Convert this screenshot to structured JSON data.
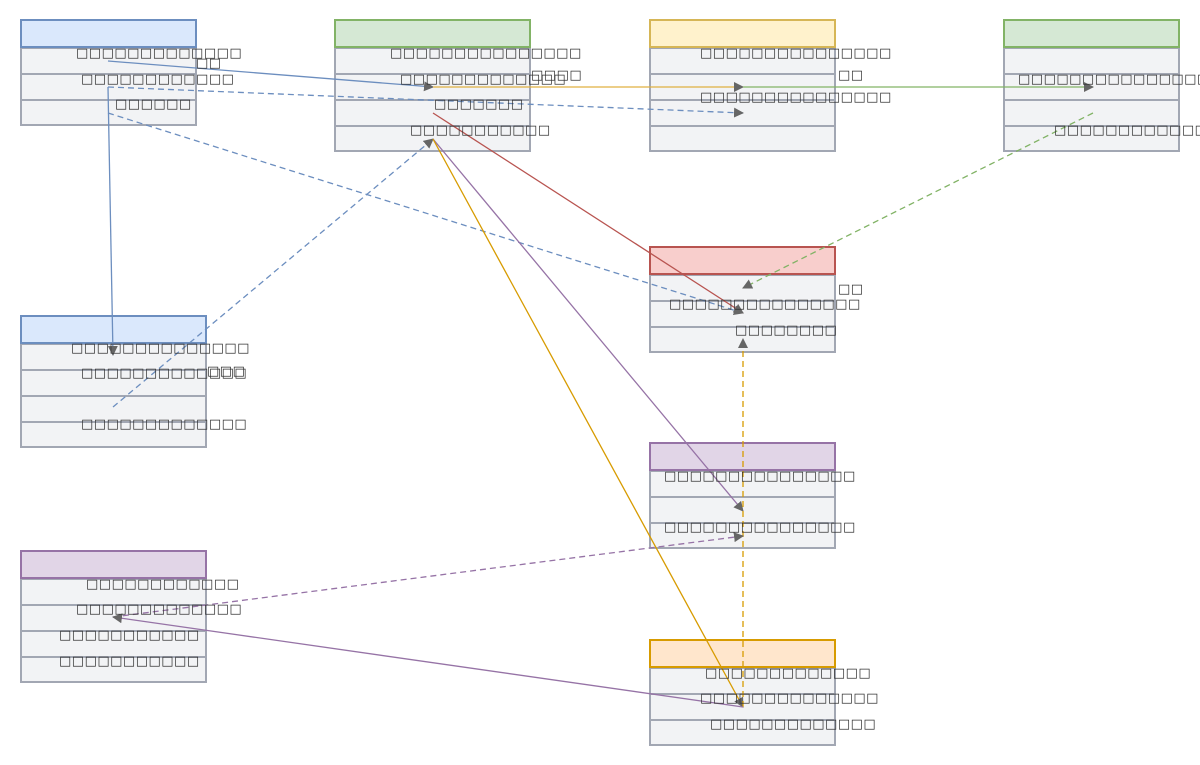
{
  "diagram": {
    "type": "er-diagram",
    "note": "All labels render as missing-glyph boxes in the source",
    "colors": {
      "blue_head": "#dae8fc",
      "blue_border": "#6c8ebf",
      "green_head": "#d5e8d4",
      "green_border": "#82b366",
      "yellow_head": "#fff2cc",
      "yellow_border": "#d6b656",
      "red_head": "#f8cecc",
      "red_border": "#b85450",
      "purple_head": "#e1d5e7",
      "purple_border": "#9673a6",
      "orange_head": "#ffe6cc",
      "orange_border": "#d79b00",
      "row_fill": "#f2f3f5",
      "row_border": "#a2a7b3",
      "edge_blue": "#6c8ebf",
      "edge_yellow": "#e0b040",
      "edge_green": "#82b366",
      "edge_red": "#b85450",
      "edge_purple": "#9673a6",
      "edge_orange": "#d79b00"
    },
    "entities": [
      {
        "id": "e1",
        "color": "blue",
        "title": "",
        "rows": [
          "□□□□□□□□□□□□□",
          "□□□□□□□□□□□□",
          "□□□□□□"
        ]
      },
      {
        "id": "e2",
        "color": "green",
        "title": "",
        "rows": [
          "□□□□□□□□□□□□□□□",
          "□□□□□□□□□□□□□",
          "□□□□□□□",
          "□□□□□□□□□□□"
        ]
      },
      {
        "id": "e3",
        "color": "yellow",
        "title": "",
        "rows": [
          "□□□□□□□□□□□□□□□",
          "",
          "□□□□□□□□□□□□□□□",
          ""
        ]
      },
      {
        "id": "e4",
        "color": "green",
        "title": "",
        "rows": [
          "",
          "□□□□□□□□□□□□□□□",
          "",
          "□□□□□□□□□□□□□□"
        ]
      },
      {
        "id": "e5",
        "color": "red",
        "title": "",
        "rows": [
          "",
          "□□□□□□□□□□□□□□□",
          "□□□□□□□□"
        ]
      },
      {
        "id": "e6",
        "color": "blue",
        "title": "",
        "rows": [
          "□□□□□□□□□□□□□□",
          "□□□□□□□□□□□□□",
          "",
          "□□□□□□□□□□□□□"
        ]
      },
      {
        "id": "e7",
        "color": "purple",
        "title": "",
        "rows": [
          "□□□□□□□□□□□□□□□",
          "",
          "□□□□□□□□□□□□□□□"
        ]
      },
      {
        "id": "e8",
        "color": "purple",
        "title": "",
        "rows": [
          "□□□□□□□□□□□□",
          "□□□□□□□□□□□□□",
          "□□□□□□□□□□□",
          "□□□□□□□□□□□"
        ]
      },
      {
        "id": "e9",
        "color": "orange",
        "title": "",
        "rows": [
          "□□□□□□□□□□□□□",
          "□□□□□□□□□□□□□□",
          "□□□□□□□□□□□□□"
        ]
      }
    ],
    "edge_labels": [
      "□□",
      "□□□□",
      "□□",
      "□□",
      "□□□"
    ],
    "edges": [
      {
        "from": "e1.row1",
        "to": "e2.row2",
        "style": "solid",
        "color": "blue",
        "label_index": 0
      },
      {
        "from": "e1.row2",
        "to": "e3.row3",
        "style": "dashed",
        "color": "blue"
      },
      {
        "from": "e1.row3",
        "to": "e5.row2",
        "style": "dashed",
        "color": "blue"
      },
      {
        "from": "e1.row2",
        "to": "e6.row1",
        "style": "solid",
        "color": "blue"
      },
      {
        "from": "e2.row2",
        "to": "e3.row2",
        "style": "solid",
        "color": "yellow",
        "label_index": 1
      },
      {
        "from": "e3.row2",
        "to": "e4.row2",
        "style": "solid",
        "color": "green",
        "label_index": 2
      },
      {
        "from": "e4.row3",
        "to": "e5.row1",
        "style": "dashed",
        "color": "green",
        "label_index": 3
      },
      {
        "from": "e2.row3",
        "to": "e5.row2",
        "style": "solid",
        "color": "red"
      },
      {
        "from": "e6.row3",
        "to": "e2.row4",
        "style": "dashed",
        "color": "blue",
        "label_index": 4
      },
      {
        "from": "e2.row4",
        "to": "e7.row2",
        "style": "solid",
        "color": "purple"
      },
      {
        "from": "e2.row4",
        "to": "e9.row2",
        "style": "solid",
        "color": "orange"
      },
      {
        "from": "e9.row2",
        "to": "e5.row3",
        "style": "dashed",
        "color": "orange"
      },
      {
        "from": "e8.row2",
        "to": "e7.row3",
        "style": "dashed",
        "color": "purple"
      },
      {
        "from": "e9.row2",
        "to": "e8.row2",
        "style": "solid",
        "color": "purple"
      }
    ]
  }
}
